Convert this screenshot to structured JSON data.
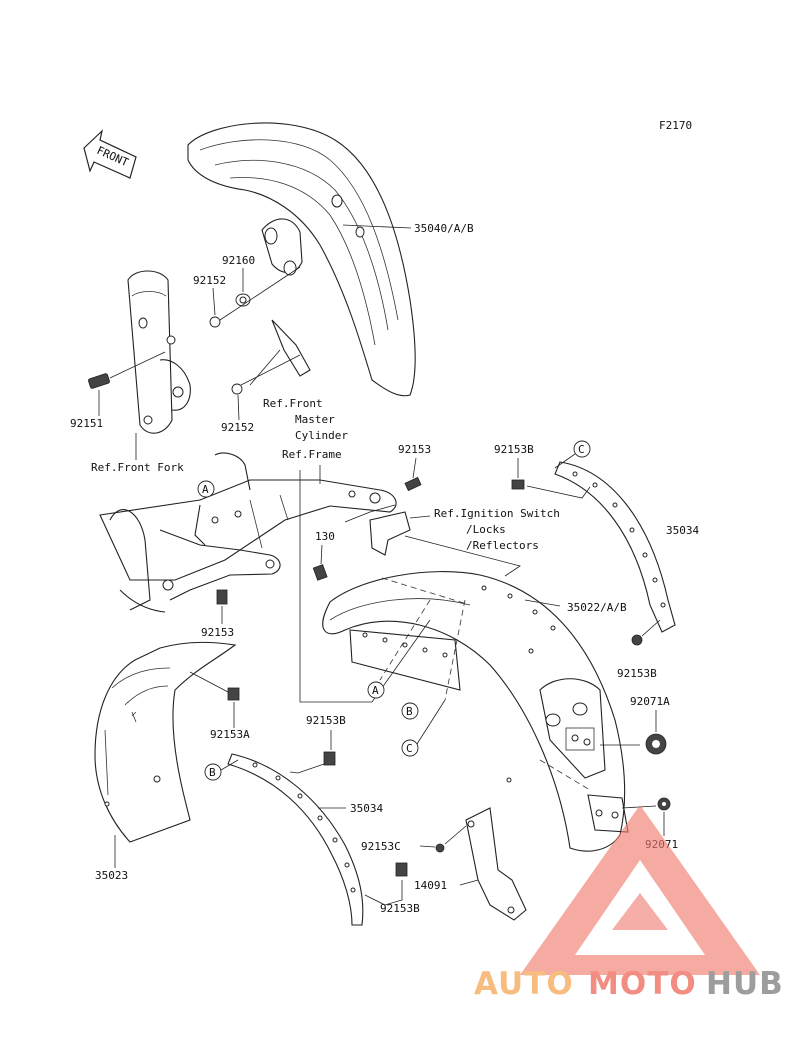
{
  "figure_code": "F2170",
  "front_arrow_label": "FRONT",
  "callout_letters": {
    "a": "A",
    "b": "B",
    "c": "C"
  },
  "parts": {
    "front_fender": "35040/A/B",
    "collar": "92160",
    "washer_upper": "92152",
    "washer_lower": "92152",
    "bolt_fork": "92151",
    "bolt_frame_top": "92153",
    "bolt_frame_side": "92153",
    "bolt_rear_rail_right": "92153B",
    "rear_rail_right": "35034",
    "rear_fender": "35022/A/B",
    "bolt_rail_right_lower": "92153B",
    "grommet_large": "92071A",
    "grommet_small": "92071",
    "screw_130": "130",
    "bolt_flap": "92153A",
    "bolt_rail_left_top": "92153B",
    "rear_rail_left": "35034",
    "bolt_rail_left_bottom": "92153B",
    "bolt_bracket": "92153C",
    "bracket": "14091",
    "inner_flap": "35023"
  },
  "references": {
    "front_master_line1": "Ref.Front",
    "front_master_line2": "Master",
    "front_master_line3": "Cylinder",
    "front_fork": "Ref.Front Fork",
    "frame": "Ref.Frame",
    "ignition_line1": "Ref.Ignition Switch",
    "ignition_line2": "/Locks",
    "ignition_line3": "/Reflectors"
  },
  "watermark": {
    "part1": "AUTO",
    "part2": "MOTO",
    "part3": "HUB"
  },
  "colors": {
    "watermark_red": "#f07a6e",
    "watermark_orange": "#f6b16a",
    "watermark_gray": "#8c8c8c",
    "line": "#222222"
  }
}
